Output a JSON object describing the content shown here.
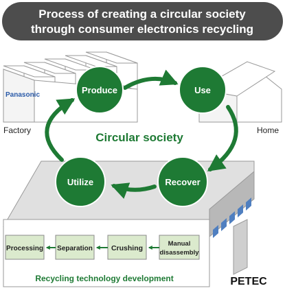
{
  "title": {
    "line1": "Process of creating a circular society",
    "line2": "through consumer electronics recycling"
  },
  "factory": {
    "label": "Factory",
    "brand": "Panasonic"
  },
  "home": {
    "label": "Home"
  },
  "cycle": {
    "center_label": "Circular society",
    "nodes": {
      "produce": "Produce",
      "use": "Use",
      "recover": "Recover",
      "utilize": "Utilize"
    }
  },
  "plant": {
    "name": "PETEC",
    "caption": "Recycling technology development",
    "steps": {
      "processing": "Processing",
      "separation": "Separation",
      "crushing": "Crushing",
      "manual_line1": "Manual",
      "manual_line2": "disassembly"
    }
  },
  "colors": {
    "green": "#1e7a34",
    "green_light": "#dbeacd",
    "title_bg": "#4d4d4d",
    "window_blue": "#4f7fc0",
    "brand_blue": "#2a5aa8"
  }
}
